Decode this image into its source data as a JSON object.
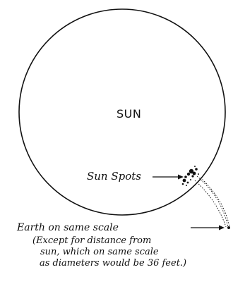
{
  "labels": {
    "sun": "SUN",
    "sun_spots": "Sun Spots",
    "earth": "Earth on same scale",
    "note_line1": "(Except for distance from",
    "note_line2": "sun, which on same scale",
    "note_line3": "as diameters would be 36 feet.)"
  },
  "colors": {
    "ink": "#111111",
    "paper": "#ffffff"
  }
}
